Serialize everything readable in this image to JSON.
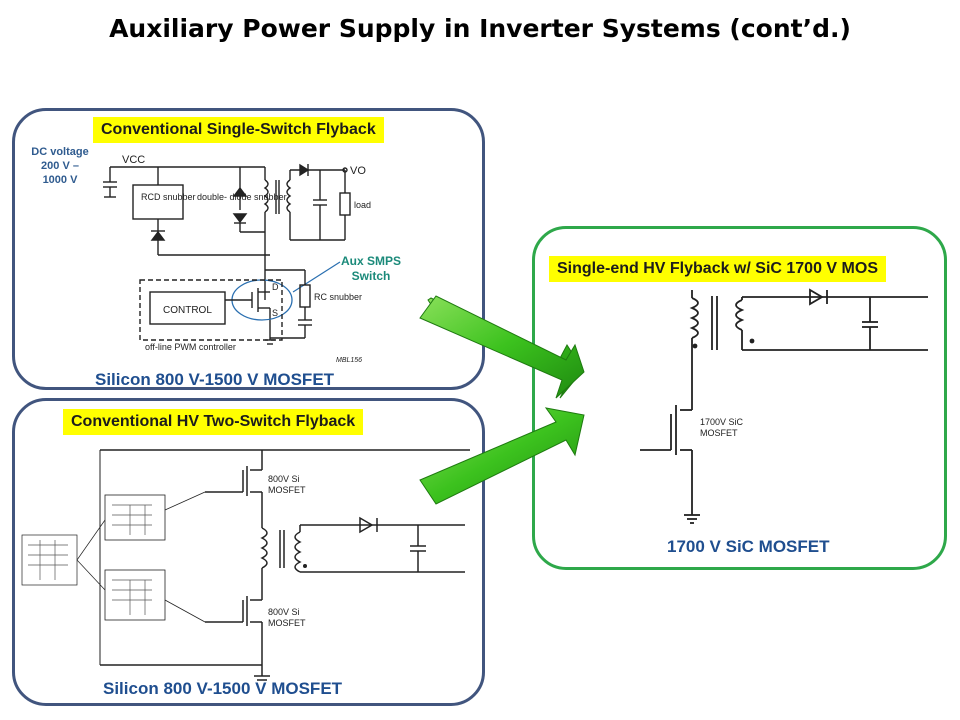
{
  "slide_title": "Auxiliary Power Supply in Inverter Systems (cont’d.)",
  "panel_top_left": {
    "heading": "Conventional Single-Switch Flyback",
    "dc_note": "DC voltage 200 V – 1000 V",
    "aux_note": "Aux SMPS Switch",
    "caption": "Silicon 800 V-1500 V MOSFET",
    "schematic_labels": {
      "vcc": "VCC",
      "vo": "VO",
      "rcd": "RCD snubber",
      "double_diode": "double- diode snubber",
      "load": "load",
      "control": "CONTROL",
      "d": "D",
      "s": "S",
      "rc": "RC snubber",
      "pwm": "off-line PWM controller",
      "ref": "MBL156"
    }
  },
  "panel_bottom_left": {
    "heading": "Conventional HV Two-Switch Flyback",
    "caption": "Silicon 800 V-1500 V MOSFET",
    "mosfet_top": "800V Si MOSFET",
    "mosfet_bottom": "800V Si MOSFET"
  },
  "panel_right": {
    "heading": "Single-end HV Flyback w/ SiC 1700 V MOS",
    "mosfet_label": "1700V SiC MOSFET",
    "caption": "1700 V SiC MOSFET"
  },
  "colors": {
    "panel_border": "#41557e",
    "panel_border_green": "#2ea84a",
    "label_background": "#ffff00",
    "caption_text": "#1f4e8f",
    "arrow_green": "#3cc21e"
  }
}
